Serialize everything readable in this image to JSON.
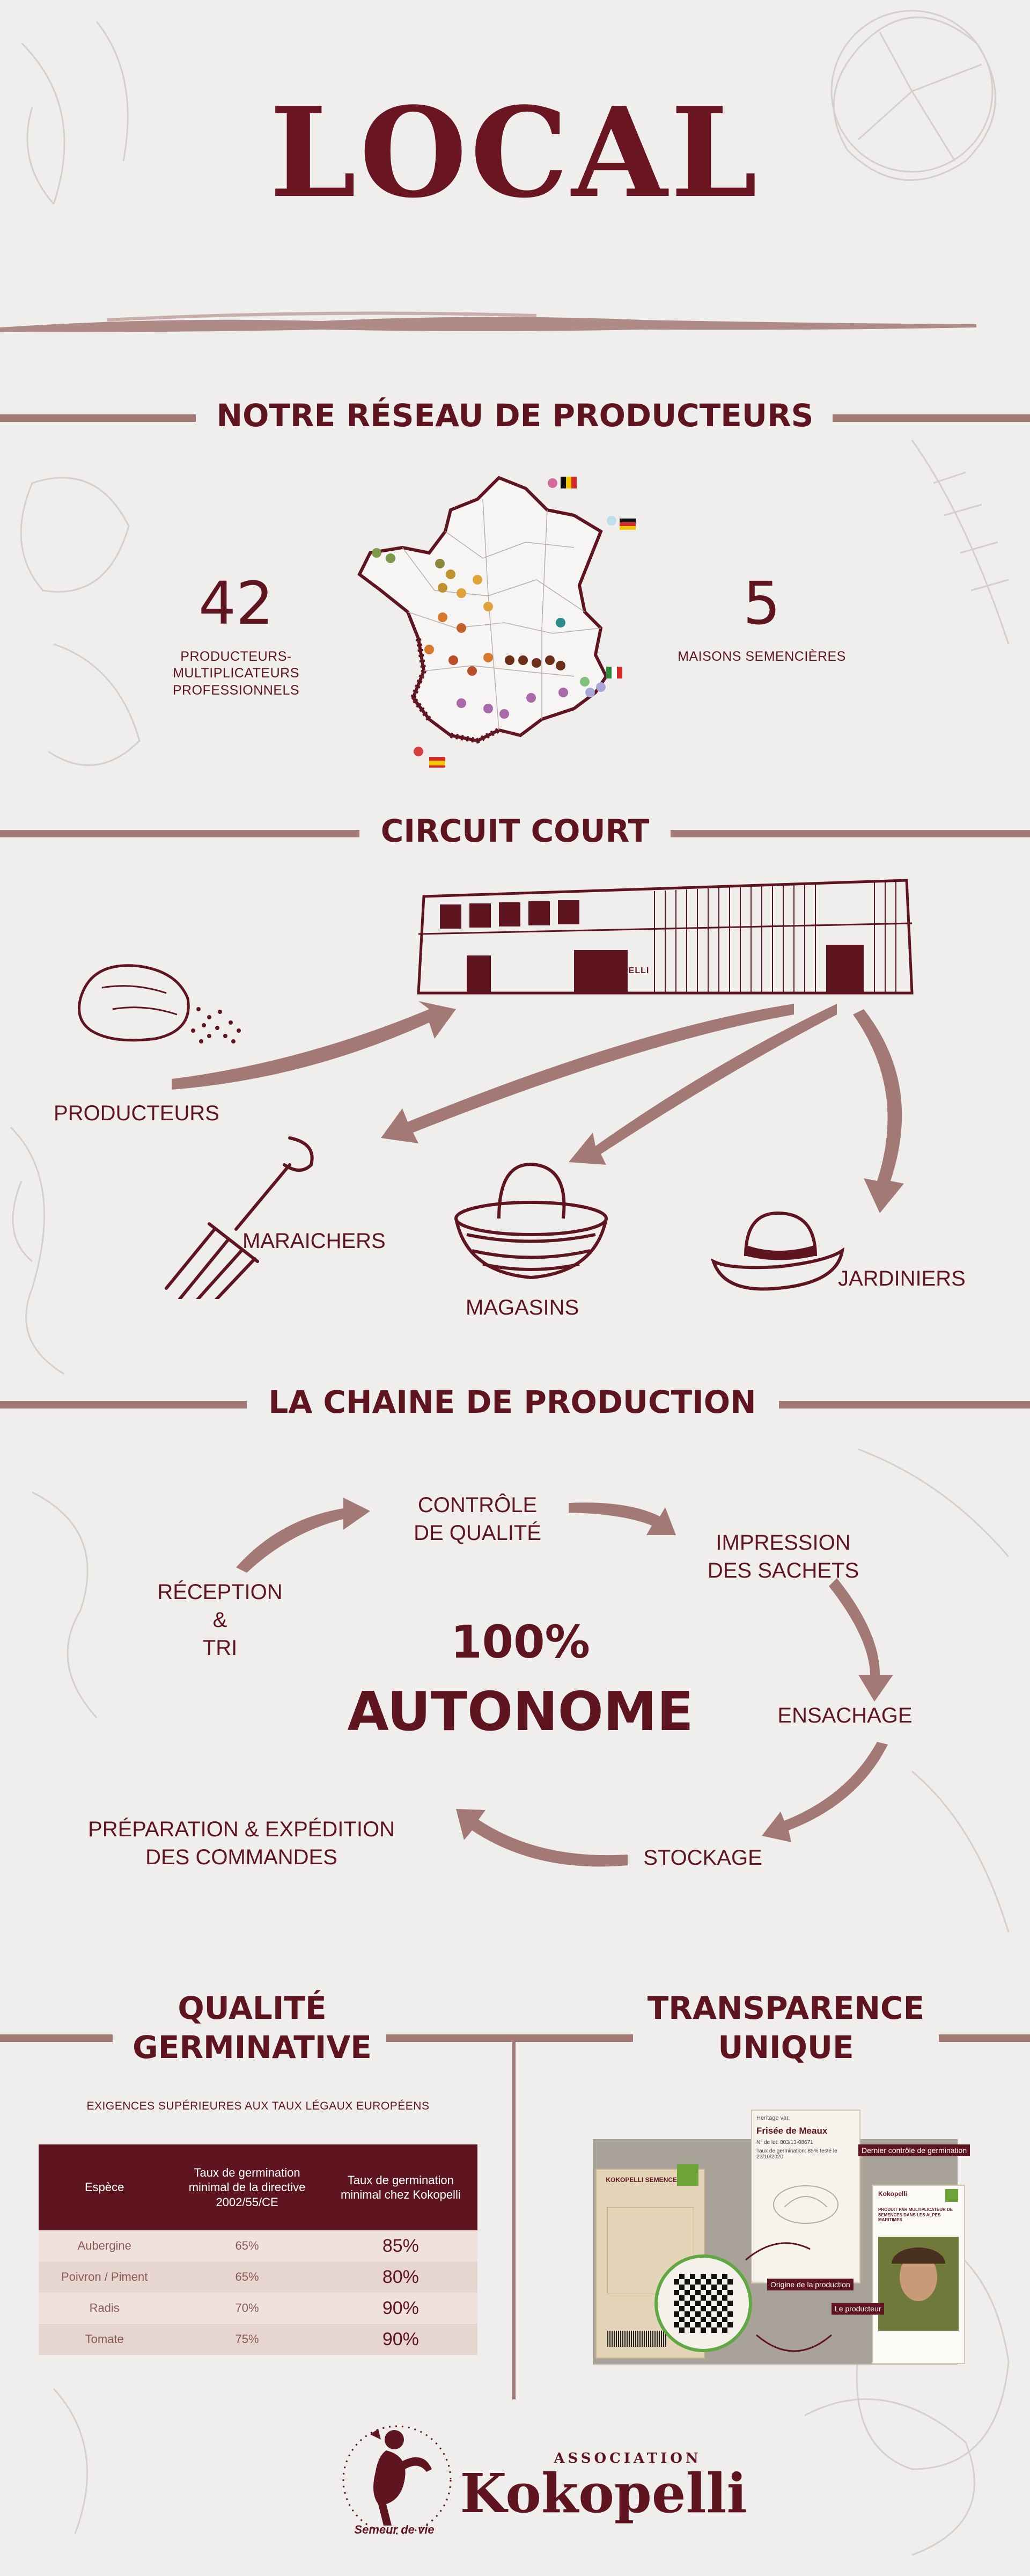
{
  "page": {
    "title": "LOCAL"
  },
  "network": {
    "title": "NOTRE RÉSEAU DE PRODUCTEURS",
    "producers_count": "42",
    "producers_label_line1": "PRODUCTEURS-MULTIPLICATEURS",
    "producers_label_line2": "PROFESSIONNELS",
    "houses_count": "5",
    "houses_label": "MAISONS SEMENCIÈRES"
  },
  "circuit": {
    "title": "CIRCUIT COURT",
    "warehouse_sign": "KOKOPELLI",
    "producteurs": "PRODUCTEURS",
    "maraichers": "MARAICHERS",
    "magasins": "MAGASINS",
    "jardiniers": "JARDINIERS"
  },
  "chain": {
    "title": "LA CHAINE DE PRODUCTION",
    "controle_l1": "CONTRÔLE",
    "controle_l2": "DE QUALITÉ",
    "impression_l1": "IMPRESSION",
    "impression_l2": "DES SACHETS",
    "ensachage": "ENSACHAGE",
    "stockage": "STOCKAGE",
    "preparation_l1": "PRÉPARATION & EXPÉDITION",
    "preparation_l2": "DES COMMANDES",
    "reception_l1": "RÉCEPTION",
    "reception_l2": "&",
    "reception_l3": "TRI",
    "center_l1": "100%",
    "center_l2": "AUTONOME"
  },
  "quality": {
    "title_l1": "QUALITÉ",
    "title_l2": "GERMINATIVE",
    "subtitle": "EXIGENCES SUPÉRIEURES AUX TAUX LÉGAUX EUROPÉENS",
    "headers": [
      "Espèce",
      "Taux de germination minimal de la directive 2002/55/CE",
      "Taux de germination minimal chez Kokopelli"
    ],
    "rows": [
      {
        "espece": "Aubergine",
        "directive": "65%",
        "kokopelli": "85%"
      },
      {
        "espece": "Poivron / Piment",
        "directive": "65%",
        "kokopelli": "80%"
      },
      {
        "espece": "Radis",
        "directive": "70%",
        "kokopelli": "90%"
      },
      {
        "espece": "Tomate",
        "directive": "75%",
        "kokopelli": "90%"
      }
    ]
  },
  "transparence": {
    "title_l1": "TRANSPARENCE",
    "title_l2": "UNIQUE",
    "card_header": "Heritage var.",
    "card_title": "Frisée de Meaux",
    "card_lot": "N° de lot: 803/13-08671",
    "card_germ": "Taux de germination: 85% testé le 22/10/2020",
    "callout_controle": "Dernier contrôle de germination",
    "callout_origine": "Origine de la production",
    "callout_producteur": "Le producteur",
    "pack_brand": "KOKOPELLI SEMENCES BIO",
    "card2_brand": "Kokopelli",
    "card2_text": "PRODUIT PAR MULTIPLICATEUR DE SEMENCES DANS LES ALPES MARITIMES"
  },
  "logo": {
    "association": "ASSOCIATION",
    "name": "Kokopelli",
    "tagline": "Semeur de vie"
  },
  "colors": {
    "maroon": "#5e1520",
    "rose": "#a27974",
    "background": "#efeeec"
  }
}
